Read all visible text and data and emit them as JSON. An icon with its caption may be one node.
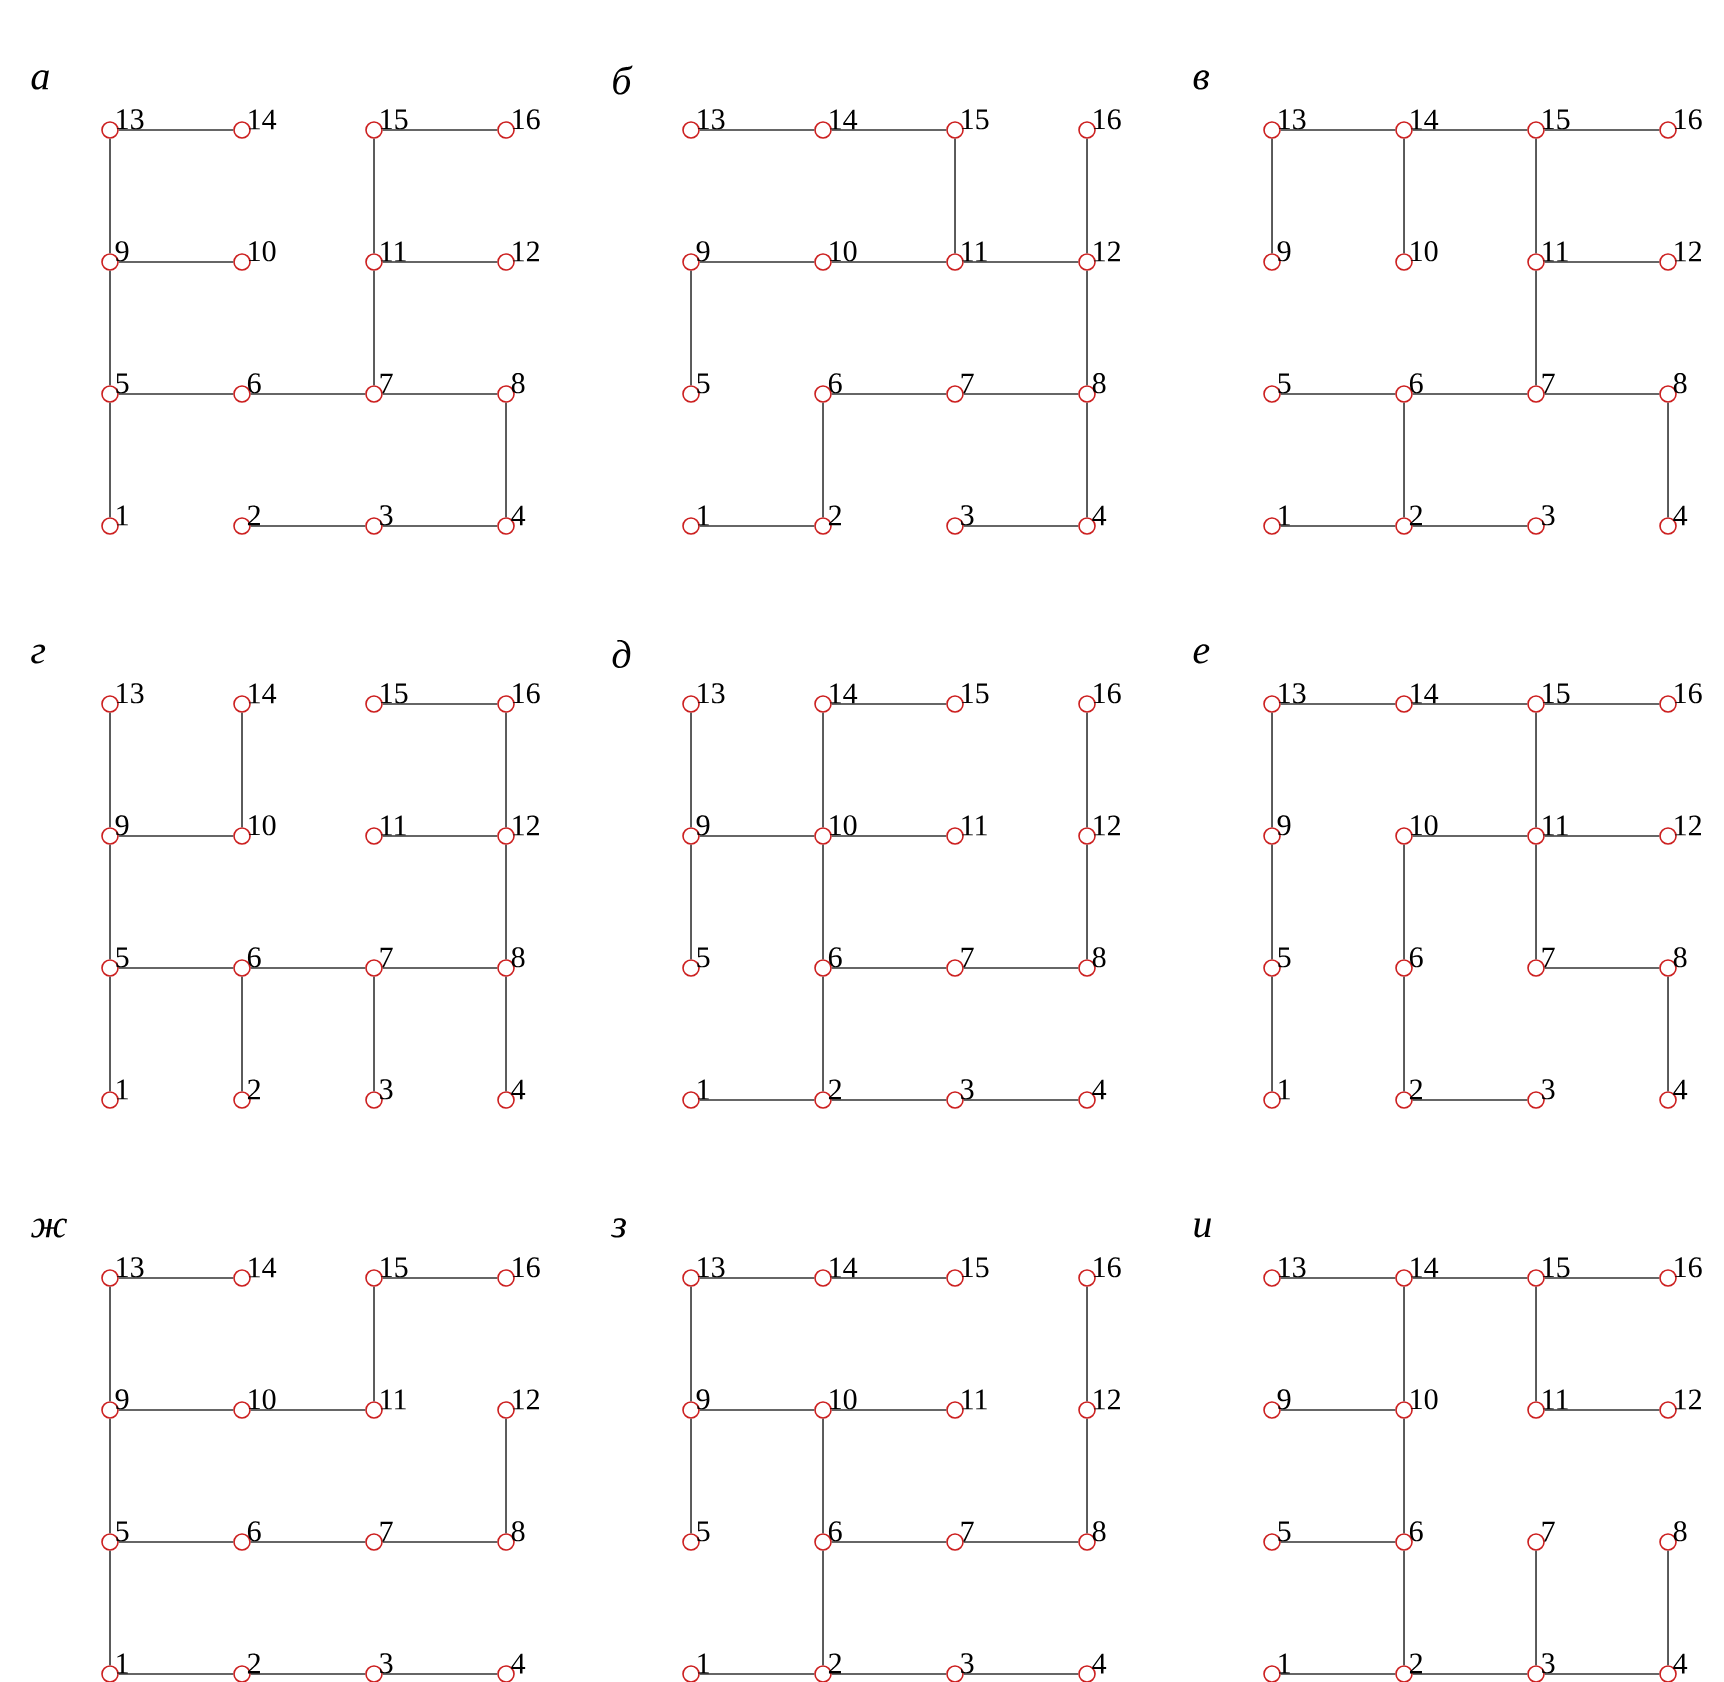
{
  "diagram": {
    "nodes": [
      {
        "text": [],
        "shape": "circle",
        "beside": [
          "13"
        ]
      },
      {
        "text": [],
        "shape": "circle",
        "beside": [
          "14"
        ]
      },
      {
        "text": [],
        "shape": "circle",
        "beside": [
          "15"
        ]
      },
      {
        "text": [],
        "shape": "circle",
        "beside": [
          "16"
        ]
      },
      {
        "text": [],
        "shape": "circle",
        "beside": [
          "9"
        ]
      },
      {
        "text": [],
        "shape": "circle",
        "beside": [
          "10"
        ]
      },
      {
        "text": [],
        "shape": "circle",
        "beside": [
          "11"
        ]
      },
      {
        "text": [],
        "shape": "circle",
        "beside": [
          "12"
        ]
      },
      {
        "text": [],
        "shape": "circle",
        "beside": [
          "5"
        ]
      },
      {
        "text": [],
        "shape": "circle",
        "beside": [
          "6"
        ]
      },
      {
        "text": [],
        "shape": "circle",
        "beside": [
          "7"
        ]
      },
      {
        "text": [],
        "shape": "circle",
        "beside": [
          "8"
        ]
      },
      {
        "text": [],
        "shape": "circle",
        "beside": [
          "1"
        ]
      },
      {
        "text": [],
        "shape": "circle",
        "beside": [
          "2"
        ]
      },
      {
        "text": [],
        "shape": "circle",
        "beside": [
          "3"
        ]
      },
      {
        "text": [],
        "shape": "circle",
        "beside": [
          "4"
        ]
      },
      {
        "text": [],
        "shape": "circle",
        "beside": [
          "13"
        ]
      },
      {
        "text": [],
        "shape": "circle",
        "beside": [
          "14"
        ]
      },
      {
        "text": [],
        "shape": "circle",
        "beside": [
          "15"
        ]
      },
      {
        "text": [],
        "shape": "circle",
        "beside": [
          "16"
        ]
      },
      {
        "text": [],
        "shape": "circle",
        "beside": [
          "9"
        ]
      },
      {
        "text": [],
        "shape": "circle",
        "beside": [
          "10"
        ]
      },
      {
        "text": [],
        "shape": "circle",
        "beside": [
          "11"
        ]
      },
      {
        "text": [],
        "shape": "circle",
        "beside": [
          "12"
        ]
      },
      {
        "text": [],
        "shape": "circle",
        "beside": [
          "5"
        ]
      },
      {
        "text": [],
        "shape": "circle",
        "beside": [
          "6"
        ]
      },
      {
        "text": [],
        "shape": "circle",
        "beside": [
          "7"
        ]
      },
      {
        "text": [],
        "shape": "circle",
        "beside": [
          "8"
        ]
      },
      {
        "text": [],
        "shape": "circle",
        "beside": [
          "1"
        ]
      },
      {
        "text": [],
        "shape": "circle",
        "beside": [
          "2"
        ]
      },
      {
        "text": [],
        "shape": "circle",
        "beside": [
          "3"
        ]
      },
      {
        "text": [],
        "shape": "circle",
        "beside": [
          "4"
        ]
      },
      {
        "text": [],
        "shape": "circle",
        "beside": [
          "13"
        ]
      },
      {
        "text": [],
        "shape": "circle",
        "beside": [
          "14"
        ]
      },
      {
        "text": [],
        "shape": "circle",
        "beside": [
          "15"
        ]
      },
      {
        "text": [],
        "shape": "circle",
        "beside": [
          "16"
        ]
      },
      {
        "text": [],
        "shape": "circle",
        "beside": [
          "9"
        ]
      },
      {
        "text": [],
        "shape": "circle",
        "beside": [
          "10"
        ]
      },
      {
        "text": [],
        "shape": "circle",
        "beside": [
          "11"
        ]
      },
      {
        "text": [],
        "shape": "circle",
        "beside": [
          "12"
        ]
      },
      {
        "text": [],
        "shape": "circle",
        "beside": [
          "5"
        ]
      },
      {
        "text": [],
        "shape": "circle",
        "beside": [
          "6"
        ]
      },
      {
        "text": [],
        "shape": "circle",
        "beside": [
          "7"
        ]
      },
      {
        "text": [],
        "shape": "circle",
        "beside": [
          "8"
        ]
      },
      {
        "text": [],
        "shape": "circle",
        "beside": [
          "1"
        ]
      },
      {
        "text": [],
        "shape": "circle",
        "beside": [
          "2"
        ]
      },
      {
        "text": [],
        "shape": "circle",
        "beside": [
          "3"
        ]
      },
      {
        "text": [],
        "shape": "circle",
        "beside": [
          "4"
        ]
      },
      {
        "text": [],
        "shape": "circle",
        "beside": [
          "13"
        ]
      },
      {
        "text": [],
        "shape": "circle",
        "beside": [
          "14"
        ]
      },
      {
        "text": [],
        "shape": "circle",
        "beside": [
          "15"
        ]
      },
      {
        "text": [],
        "shape": "circle",
        "beside": [
          "16"
        ]
      },
      {
        "text": [],
        "shape": "circle",
        "beside": [
          "9"
        ]
      },
      {
        "text": [],
        "shape": "circle",
        "beside": [
          "10"
        ]
      },
      {
        "text": [],
        "shape": "circle",
        "beside": [
          "11"
        ]
      },
      {
        "text": [],
        "shape": "circle",
        "beside": [
          "12"
        ]
      },
      {
        "text": [],
        "shape": "circle",
        "beside": [
          "5"
        ]
      },
      {
        "text": [],
        "shape": "circle",
        "beside": [
          "6"
        ]
      },
      {
        "text": [],
        "shape": "circle",
        "beside": [
          "7"
        ]
      },
      {
        "text": [],
        "shape": "circle",
        "beside": [
          "8"
        ]
      },
      {
        "text": [],
        "shape": "circle",
        "beside": [
          "1"
        ]
      },
      {
        "text": [],
        "shape": "circle",
        "beside": [
          "2"
        ]
      },
      {
        "text": [],
        "shape": "circle",
        "beside": [
          "3"
        ]
      },
      {
        "text": [],
        "shape": "circle",
        "beside": [
          "4"
        ]
      },
      {
        "text": [],
        "shape": "circle",
        "beside": [
          "13"
        ]
      },
      {
        "text": [],
        "shape": "circle",
        "beside": [
          "14"
        ]
      },
      {
        "text": [],
        "shape": "circle",
        "beside": [
          "15"
        ]
      },
      {
        "text": [],
        "shape": "circle",
        "beside": [
          "16"
        ]
      },
      {
        "text": [],
        "shape": "circle",
        "beside": [
          "9"
        ]
      },
      {
        "text": [],
        "shape": "circle",
        "beside": [
          "10"
        ]
      },
      {
        "text": [],
        "shape": "circle",
        "beside": [
          "11"
        ]
      },
      {
        "text": [],
        "shape": "circle",
        "beside": [
          "12"
        ]
      },
      {
        "text": [],
        "shape": "circle",
        "beside": [
          "5"
        ]
      },
      {
        "text": [],
        "shape": "circle",
        "beside": [
          "6"
        ]
      },
      {
        "text": [],
        "shape": "circle",
        "beside": [
          "7"
        ]
      },
      {
        "text": [],
        "shape": "circle",
        "beside": [
          "8"
        ]
      },
      {
        "text": [],
        "shape": "circle",
        "beside": [
          "1"
        ]
      },
      {
        "text": [],
        "shape": "circle",
        "beside": [
          "2"
        ]
      },
      {
        "text": [],
        "shape": "circle",
        "beside": [
          "3"
        ]
      },
      {
        "text": [],
        "shape": "circle",
        "beside": [
          "4"
        ]
      },
      {
        "text": [],
        "shape": "circle",
        "beside": [
          "13"
        ]
      },
      {
        "text": [],
        "shape": "circle",
        "beside": [
          "14"
        ]
      },
      {
        "text": [],
        "shape": "circle",
        "beside": [
          "15"
        ]
      },
      {
        "text": [],
        "shape": "circle",
        "beside": [
          "16"
        ]
      },
      {
        "text": [],
        "shape": "circle",
        "beside": [
          "9"
        ]
      },
      {
        "text": [],
        "shape": "circle",
        "beside": [
          "10"
        ]
      },
      {
        "text": [],
        "shape": "circle",
        "beside": [
          "11"
        ]
      },
      {
        "text": [],
        "shape": "circle",
        "beside": [
          "12"
        ]
      },
      {
        "text": [],
        "shape": "circle",
        "beside": [
          "5"
        ]
      },
      {
        "text": [],
        "shape": "circle",
        "beside": [
          "6"
        ]
      },
      {
        "text": [],
        "shape": "circle",
        "beside": [
          "7"
        ]
      },
      {
        "text": [],
        "shape": "circle",
        "beside": [
          "8"
        ]
      },
      {
        "text": [],
        "shape": "circle",
        "beside": [
          "1"
        ]
      },
      {
        "text": [],
        "shape": "circle",
        "beside": [
          "2"
        ]
      },
      {
        "text": [],
        "shape": "circle",
        "beside": [
          "3"
        ]
      },
      {
        "text": [],
        "shape": "circle",
        "beside": [
          "4"
        ]
      },
      {
        "text": [],
        "shape": "circle",
        "beside": [
          "13"
        ]
      },
      {
        "text": [],
        "shape": "circle",
        "beside": [
          "14"
        ]
      },
      {
        "text": [],
        "shape": "circle",
        "beside": [
          "15"
        ]
      },
      {
        "text": [],
        "shape": "circle",
        "beside": [
          "16"
        ]
      },
      {
        "text": [],
        "shape": "circle",
        "beside": [
          "9"
        ]
      },
      {
        "text": [],
        "shape": "circle",
        "beside": [
          "10"
        ]
      },
      {
        "text": [],
        "shape": "circle",
        "beside": [
          "11"
        ]
      },
      {
        "text": [],
        "shape": "circle",
        "beside": [
          "12"
        ]
      },
      {
        "text": [],
        "shape": "circle",
        "beside": [
          "5"
        ]
      },
      {
        "text": [],
        "shape": "circle",
        "beside": [
          "6"
        ]
      },
      {
        "text": [],
        "shape": "circle",
        "beside": [
          "7"
        ]
      },
      {
        "text": [],
        "shape": "circle",
        "beside": [
          "8"
        ]
      },
      {
        "text": [],
        "shape": "circle",
        "beside": [
          "1"
        ]
      },
      {
        "text": [],
        "shape": "circle",
        "beside": [
          "2"
        ]
      },
      {
        "text": [],
        "shape": "circle",
        "beside": [
          "3"
        ]
      },
      {
        "text": [],
        "shape": "circle",
        "beside": [
          "4"
        ]
      },
      {
        "text": [],
        "shape": "circle",
        "beside": [
          "13"
        ]
      },
      {
        "text": [],
        "shape": "circle",
        "beside": [
          "14"
        ]
      },
      {
        "text": [],
        "shape": "circle",
        "beside": [
          "15"
        ]
      },
      {
        "text": [],
        "shape": "circle",
        "beside": [
          "16"
        ]
      },
      {
        "text": [],
        "shape": "circle",
        "beside": [
          "9"
        ]
      },
      {
        "text": [],
        "shape": "circle",
        "beside": [
          "10"
        ]
      },
      {
        "text": [],
        "shape": "circle",
        "beside": [
          "11"
        ]
      },
      {
        "text": [],
        "shape": "circle",
        "beside": [
          "12"
        ]
      },
      {
        "text": [],
        "shape": "circle",
        "beside": [
          "5"
        ]
      },
      {
        "text": [],
        "shape": "circle",
        "beside": [
          "6"
        ]
      },
      {
        "text": [],
        "shape": "circle",
        "beside": [
          "7"
        ]
      },
      {
        "text": [],
        "shape": "circle",
        "beside": [
          "8"
        ]
      },
      {
        "text": [],
        "shape": "circle",
        "beside": [
          "1"
        ]
      },
      {
        "text": [],
        "shape": "circle",
        "beside": [
          "2"
        ]
      },
      {
        "text": [],
        "shape": "circle",
        "beside": [
          "3"
        ]
      },
      {
        "text": [],
        "shape": "circle",
        "beside": [
          "4"
        ]
      },
      {
        "text": [],
        "shape": "circle",
        "beside": [
          "13"
        ]
      },
      {
        "text": [],
        "shape": "circle",
        "beside": [
          "14"
        ]
      },
      {
        "text": [],
        "shape": "circle",
        "beside": [
          "15"
        ]
      },
      {
        "text": [],
        "shape": "circle",
        "beside": [
          "16"
        ]
      },
      {
        "text": [],
        "shape": "circle",
        "beside": [
          "9"
        ]
      },
      {
        "text": [],
        "shape": "circle",
        "beside": [
          "10"
        ]
      },
      {
        "text": [],
        "shape": "circle",
        "beside": [
          "11"
        ]
      },
      {
        "text": [],
        "shape": "circle",
        "beside": [
          "12"
        ]
      },
      {
        "text": [],
        "shape": "circle",
        "beside": [
          "5"
        ]
      },
      {
        "text": [],
        "shape": "circle",
        "beside": [
          "6"
        ]
      },
      {
        "text": [],
        "shape": "circle",
        "beside": [
          "7"
        ]
      },
      {
        "text": [],
        "shape": "circle",
        "beside": [
          "8"
        ]
      },
      {
        "text": [],
        "shape": "circle",
        "beside": [
          "1"
        ]
      },
      {
        "text": [],
        "shape": "circle",
        "beside": [
          "2"
        ]
      },
      {
        "text": [],
        "shape": "circle",
        "beside": [
          "3"
        ]
      },
      {
        "text": [],
        "shape": "circle",
        "beside": [
          "4"
        ]
      }
    ],
    "edges": [
      {
        "from": 0,
        "to": 1,
        "arrow": "none"
      },
      {
        "from": 2,
        "to": 3,
        "arrow": "none"
      },
      {
        "from": 4,
        "to": 5,
        "arrow": "none"
      },
      {
        "from": 6,
        "to": 7,
        "arrow": "none"
      },
      {
        "from": 0,
        "to": 4,
        "arrow": "none"
      },
      {
        "from": 4,
        "to": 8,
        "arrow": "none"
      },
      {
        "from": 8,
        "to": 12,
        "arrow": "none"
      },
      {
        "from": 2,
        "to": 6,
        "arrow": "none"
      },
      {
        "from": 6,
        "to": 10,
        "arrow": "none"
      },
      {
        "from": 8,
        "to": 9,
        "arrow": "none"
      },
      {
        "from": 9,
        "to": 10,
        "arrow": "none"
      },
      {
        "from": 10,
        "to": 11,
        "arrow": "none"
      },
      {
        "from": 11,
        "to": 15,
        "arrow": "none"
      },
      {
        "from": 14,
        "to": 15,
        "arrow": "none"
      },
      {
        "from": 13,
        "to": 14,
        "arrow": "none"
      },
      {
        "from": 16,
        "to": 17,
        "arrow": "none"
      },
      {
        "from": 17,
        "to": 18,
        "arrow": "none"
      },
      {
        "from": 18,
        "to": 22,
        "arrow": "none"
      },
      {
        "from": 19,
        "to": 23,
        "arrow": "none"
      },
      {
        "from": 20,
        "to": 21,
        "arrow": "none"
      },
      {
        "from": 21,
        "to": 22,
        "arrow": "none"
      },
      {
        "from": 22,
        "to": 23,
        "arrow": "none"
      },
      {
        "from": 20,
        "to": 24,
        "arrow": "none"
      },
      {
        "from": 23,
        "to": 27,
        "arrow": "none"
      },
      {
        "from": 25,
        "to": 26,
        "arrow": "none"
      },
      {
        "from": 26,
        "to": 27,
        "arrow": "none"
      },
      {
        "from": 25,
        "to": 29,
        "arrow": "none"
      },
      {
        "from": 28,
        "to": 29,
        "arrow": "none"
      },
      {
        "from": 27,
        "to": 31,
        "arrow": "none"
      },
      {
        "from": 30,
        "to": 31,
        "arrow": "none"
      },
      {
        "from": 32,
        "to": 33,
        "arrow": "none"
      },
      {
        "from": 33,
        "to": 34,
        "arrow": "none"
      },
      {
        "from": 34,
        "to": 35,
        "arrow": "none"
      },
      {
        "from": 32,
        "to": 36,
        "arrow": "none"
      },
      {
        "from": 33,
        "to": 37,
        "arrow": "none"
      },
      {
        "from": 34,
        "to": 38,
        "arrow": "none"
      },
      {
        "from": 38,
        "to": 39,
        "arrow": "none"
      },
      {
        "from": 38,
        "to": 42,
        "arrow": "none"
      },
      {
        "from": 40,
        "to": 41,
        "arrow": "none"
      },
      {
        "from": 41,
        "to": 42,
        "arrow": "none"
      },
      {
        "from": 42,
        "to": 43,
        "arrow": "none"
      },
      {
        "from": 41,
        "to": 45,
        "arrow": "none"
      },
      {
        "from": 43,
        "to": 47,
        "arrow": "none"
      },
      {
        "from": 44,
        "to": 45,
        "arrow": "none"
      },
      {
        "from": 45,
        "to": 46,
        "arrow": "none"
      },
      {
        "from": 48,
        "to": 52,
        "arrow": "none"
      },
      {
        "from": 49,
        "to": 53,
        "arrow": "none"
      },
      {
        "from": 52,
        "to": 53,
        "arrow": "none"
      },
      {
        "from": 50,
        "to": 51,
        "arrow": "none"
      },
      {
        "from": 51,
        "to": 55,
        "arrow": "none"
      },
      {
        "from": 54,
        "to": 55,
        "arrow": "none"
      },
      {
        "from": 55,
        "to": 59,
        "arrow": "none"
      },
      {
        "from": 52,
        "to": 56,
        "arrow": "none"
      },
      {
        "from": 56,
        "to": 60,
        "arrow": "none"
      },
      {
        "from": 56,
        "to": 57,
        "arrow": "none"
      },
      {
        "from": 57,
        "to": 58,
        "arrow": "none"
      },
      {
        "from": 58,
        "to": 59,
        "arrow": "none"
      },
      {
        "from": 57,
        "to": 61,
        "arrow": "none"
      },
      {
        "from": 58,
        "to": 62,
        "arrow": "none"
      },
      {
        "from": 59,
        "to": 63,
        "arrow": "none"
      },
      {
        "from": 64,
        "to": 68,
        "arrow": "none"
      },
      {
        "from": 68,
        "to": 72,
        "arrow": "none"
      },
      {
        "from": 68,
        "to": 69,
        "arrow": "none"
      },
      {
        "from": 69,
        "to": 70,
        "arrow": "none"
      },
      {
        "from": 65,
        "to": 66,
        "arrow": "none"
      },
      {
        "from": 65,
        "to": 69,
        "arrow": "none"
      },
      {
        "from": 69,
        "to": 73,
        "arrow": "none"
      },
      {
        "from": 73,
        "to": 77,
        "arrow": "none"
      },
      {
        "from": 73,
        "to": 74,
        "arrow": "none"
      },
      {
        "from": 74,
        "to": 75,
        "arrow": "none"
      },
      {
        "from": 67,
        "to": 71,
        "arrow": "none"
      },
      {
        "from": 71,
        "to": 75,
        "arrow": "none"
      },
      {
        "from": 76,
        "to": 77,
        "arrow": "none"
      },
      {
        "from": 77,
        "to": 78,
        "arrow": "none"
      },
      {
        "from": 78,
        "to": 79,
        "arrow": "none"
      },
      {
        "from": 80,
        "to": 81,
        "arrow": "none"
      },
      {
        "from": 81,
        "to": 82,
        "arrow": "none"
      },
      {
        "from": 82,
        "to": 83,
        "arrow": "none"
      },
      {
        "from": 80,
        "to": 84,
        "arrow": "none"
      },
      {
        "from": 84,
        "to": 88,
        "arrow": "none"
      },
      {
        "from": 88,
        "to": 92,
        "arrow": "none"
      },
      {
        "from": 82,
        "to": 86,
        "arrow": "none"
      },
      {
        "from": 85,
        "to": 86,
        "arrow": "none"
      },
      {
        "from": 86,
        "to": 87,
        "arrow": "none"
      },
      {
        "from": 85,
        "to": 89,
        "arrow": "none"
      },
      {
        "from": 89,
        "to": 93,
        "arrow": "none"
      },
      {
        "from": 93,
        "to": 94,
        "arrow": "none"
      },
      {
        "from": 86,
        "to": 90,
        "arrow": "none"
      },
      {
        "from": 90,
        "to": 91,
        "arrow": "none"
      },
      {
        "from": 91,
        "to": 95,
        "arrow": "none"
      },
      {
        "from": 96,
        "to": 97,
        "arrow": "none"
      },
      {
        "from": 98,
        "to": 99,
        "arrow": "none"
      },
      {
        "from": 98,
        "to": 102,
        "arrow": "none"
      },
      {
        "from": 100,
        "to": 101,
        "arrow": "none"
      },
      {
        "from": 101,
        "to": 102,
        "arrow": "none"
      },
      {
        "from": 96,
        "to": 100,
        "arrow": "none"
      },
      {
        "from": 100,
        "to": 104,
        "arrow": "none"
      },
      {
        "from": 104,
        "to": 108,
        "arrow": "none"
      },
      {
        "from": 104,
        "to": 105,
        "arrow": "none"
      },
      {
        "from": 105,
        "to": 106,
        "arrow": "none"
      },
      {
        "from": 106,
        "to": 107,
        "arrow": "none"
      },
      {
        "from": 103,
        "to": 107,
        "arrow": "none"
      },
      {
        "from": 108,
        "to": 109,
        "arrow": "none"
      },
      {
        "from": 109,
        "to": 110,
        "arrow": "none"
      },
      {
        "from": 110,
        "to": 111,
        "arrow": "none"
      },
      {
        "from": 112,
        "to": 113,
        "arrow": "none"
      },
      {
        "from": 113,
        "to": 114,
        "arrow": "none"
      },
      {
        "from": 112,
        "to": 116,
        "arrow": "none"
      },
      {
        "from": 116,
        "to": 120,
        "arrow": "none"
      },
      {
        "from": 116,
        "to": 117,
        "arrow": "none"
      },
      {
        "from": 117,
        "to": 118,
        "arrow": "none"
      },
      {
        "from": 117,
        "to": 121,
        "arrow": "none"
      },
      {
        "from": 121,
        "to": 125,
        "arrow": "none"
      },
      {
        "from": 121,
        "to": 122,
        "arrow": "none"
      },
      {
        "from": 122,
        "to": 123,
        "arrow": "none"
      },
      {
        "from": 119,
        "to": 123,
        "arrow": "none"
      },
      {
        "from": 115,
        "to": 119,
        "arrow": "none"
      },
      {
        "from": 124,
        "to": 125,
        "arrow": "none"
      },
      {
        "from": 125,
        "to": 126,
        "arrow": "none"
      },
      {
        "from": 126,
        "to": 127,
        "arrow": "none"
      },
      {
        "from": 128,
        "to": 129,
        "arrow": "none"
      },
      {
        "from": 129,
        "to": 130,
        "arrow": "none"
      },
      {
        "from": 130,
        "to": 131,
        "arrow": "none"
      },
      {
        "from": 129,
        "to": 133,
        "arrow": "none"
      },
      {
        "from": 133,
        "to": 137,
        "arrow": "none"
      },
      {
        "from": 137,
        "to": 141,
        "arrow": "none"
      },
      {
        "from": 132,
        "to": 133,
        "arrow": "none"
      },
      {
        "from": 136,
        "to": 137,
        "arrow": "none"
      },
      {
        "from": 130,
        "to": 134,
        "arrow": "none"
      },
      {
        "from": 134,
        "to": 135,
        "arrow": "none"
      },
      {
        "from": 140,
        "to": 141,
        "arrow": "none"
      },
      {
        "from": 141,
        "to": 142,
        "arrow": "none"
      },
      {
        "from": 142,
        "to": 143,
        "arrow": "none"
      },
      {
        "from": 138,
        "to": 142,
        "arrow": "none"
      },
      {
        "from": 139,
        "to": 143,
        "arrow": "none"
      }
    ],
    "labels": [
      "а",
      "б",
      "в",
      "г",
      "д",
      "е",
      "ж",
      "з",
      "и"
    ]
  }
}
